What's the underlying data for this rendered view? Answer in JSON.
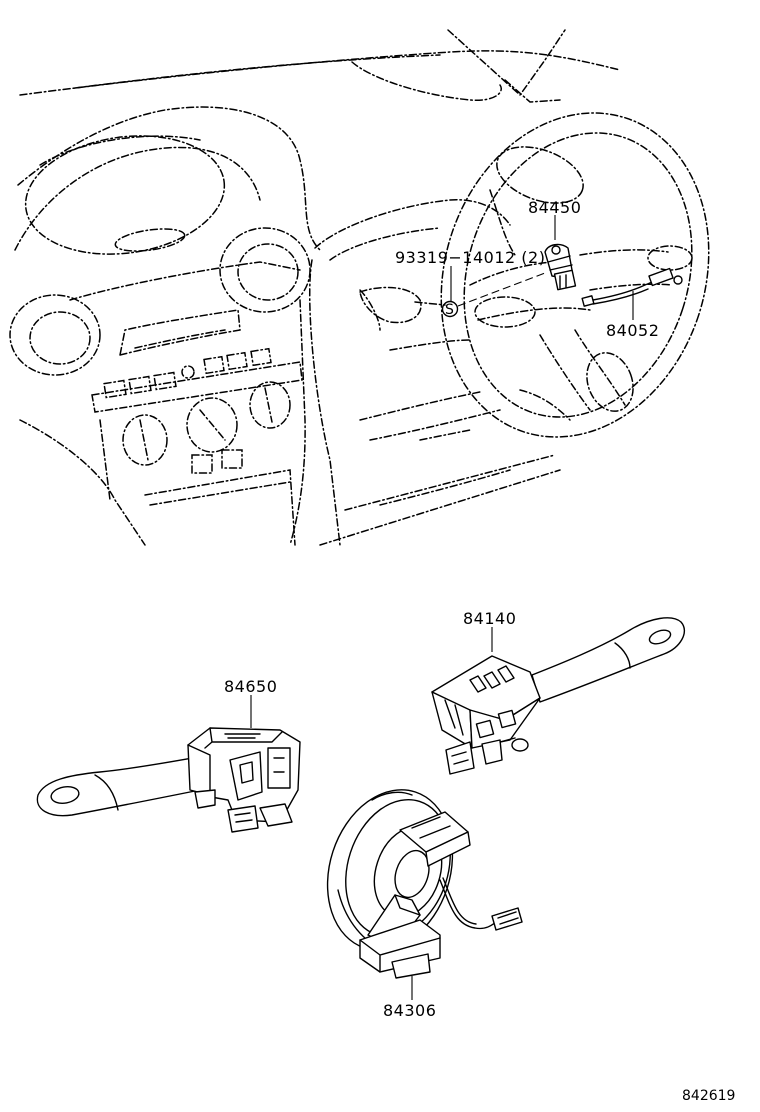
{
  "parts": {
    "p84450": "84450",
    "p93319": "93319−14012 (2)",
    "p84052": "84052",
    "p84140": "84140",
    "p84650": "84650",
    "p84306": "84306"
  },
  "catalog_code": "842619",
  "colors": {
    "line": "#000000",
    "background": "#ffffff"
  }
}
